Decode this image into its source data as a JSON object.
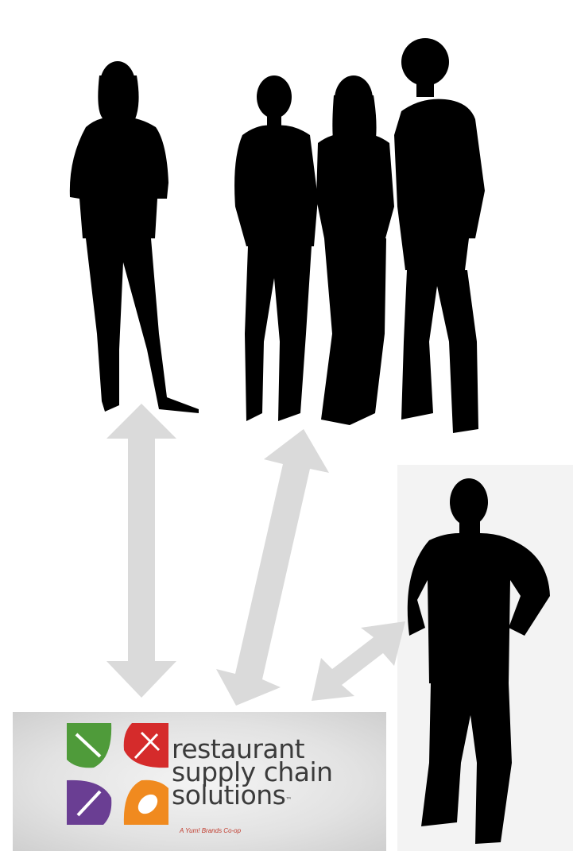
{
  "figures": {
    "group": [
      "woman-standing-silhouette",
      "person-silhouette",
      "woman-silhouette",
      "man-curly-hair-silhouette"
    ],
    "single": "man-hands-on-hips-silhouette"
  },
  "arrows": [
    "vertical-two-way-arrow",
    "diagonal-two-way-arrow",
    "short-diagonal-two-way-arrow"
  ],
  "logo": {
    "line1": "restaurant",
    "line2": "supply chain",
    "line3": "solutions",
    "trademark": "™",
    "tagline": "A Yum! Brands Co-op",
    "colors": {
      "green": "#4f9b3a",
      "red": "#d52b2b",
      "purple": "#6a3e93",
      "orange": "#f08a1f",
      "text": "#3b3b3b"
    }
  },
  "colors": {
    "silhouette": "#000000",
    "arrow": "#dadada",
    "panel": "#e3e3e3"
  }
}
